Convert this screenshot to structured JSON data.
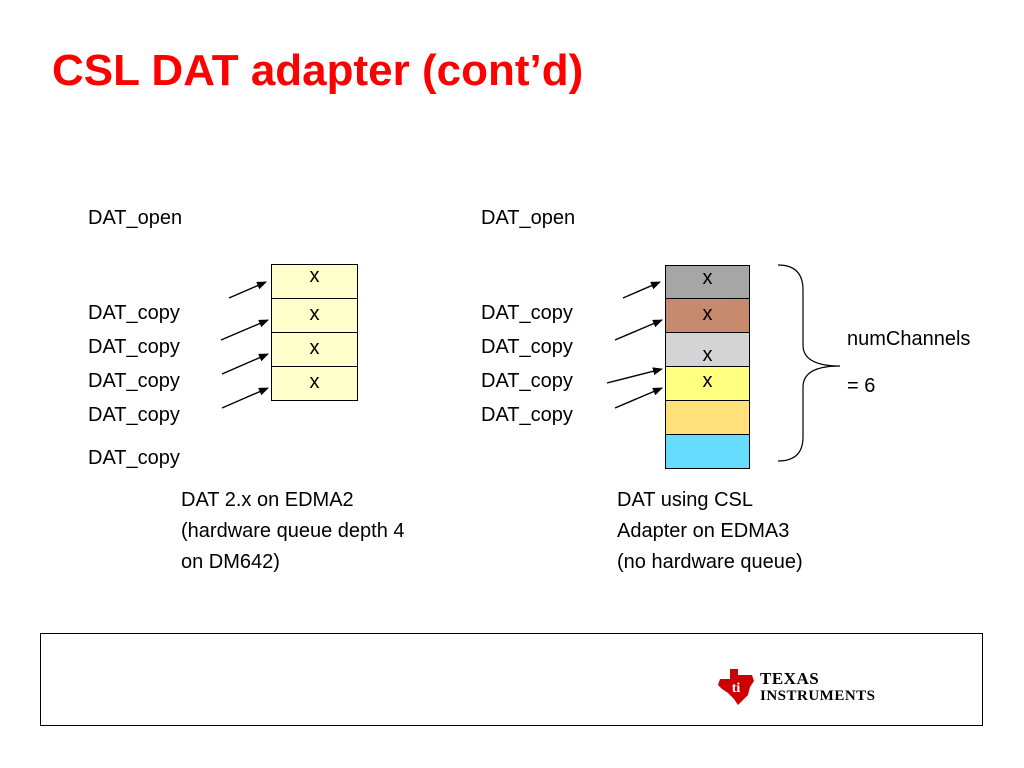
{
  "slide": {
    "title": "CSL DAT adapter (cont’d)"
  },
  "left_panel": {
    "open_label": "DAT_open",
    "copy_labels": [
      "DAT_copy",
      "DAT_copy",
      "DAT_copy",
      "DAT_copy",
      "DAT_copy"
    ],
    "queue_cells": [
      "x",
      "x",
      "x",
      "x"
    ],
    "queue_color": "#ffffcc",
    "caption": [
      "DAT 2.x on EDMA2",
      "(hardware queue depth 4",
      "on DM642)"
    ]
  },
  "right_panel": {
    "open_label": "DAT_open",
    "copy_labels": [
      "DAT_copy",
      "DAT_copy",
      "DAT_copy",
      "DAT_copy"
    ],
    "channel_cells": [
      {
        "text": "x",
        "color": "#a6a6a6"
      },
      {
        "text": "x",
        "color": "#c68a6e"
      },
      {
        "text": "x",
        "color": "#d4d4d4"
      },
      {
        "text": "x",
        "color": "#ffff80"
      },
      {
        "text": "",
        "color": "#ffe07a"
      },
      {
        "text": "",
        "color": "#66ddff"
      }
    ],
    "brace_label_1": "numChannels",
    "brace_label_2": "= 6",
    "caption": [
      "DAT using CSL",
      "Adapter on EDMA3",
      "(no hardware queue)"
    ]
  },
  "footer": {
    "logo_line_1": "TEXAS",
    "logo_line_2": "INSTRUMENTS",
    "logo_color": "#cc0000"
  }
}
